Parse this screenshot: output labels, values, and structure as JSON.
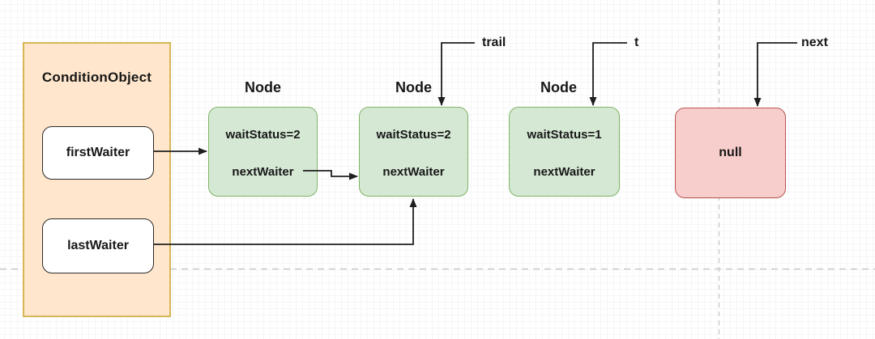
{
  "diagram": {
    "title_hint": "AQS ConditionObject waiter queue diagram",
    "condition_object": {
      "title": "ConditionObject",
      "fields": [
        {
          "label": "firstWaiter"
        },
        {
          "label": "lastWaiter"
        }
      ]
    },
    "nodes": [
      {
        "title": "Node",
        "wait_status": "waitStatus=2",
        "next_waiter": "nextWaiter"
      },
      {
        "title": "Node",
        "wait_status": "waitStatus=2",
        "next_waiter": "nextWaiter"
      },
      {
        "title": "Node",
        "wait_status": "waitStatus=1",
        "next_waiter": "nextWaiter"
      }
    ],
    "null_box": {
      "label": "null"
    },
    "pointer_labels": [
      {
        "label": "trail",
        "points_to": "node-2-top"
      },
      {
        "label": "t",
        "points_to": "node-3-top"
      },
      {
        "label": "next",
        "points_to": "null-box-top"
      }
    ],
    "colors": {
      "container_fill": "#ffe6cc",
      "container_stroke": "#d6b656",
      "node_fill": "#d5e8d4",
      "node_stroke": "#82b366",
      "null_fill": "#f8cecc",
      "null_stroke": "#b85450",
      "arrow": "#1f1f1f",
      "guide_dash": "#c4c4c4",
      "text": "#181818"
    }
  }
}
